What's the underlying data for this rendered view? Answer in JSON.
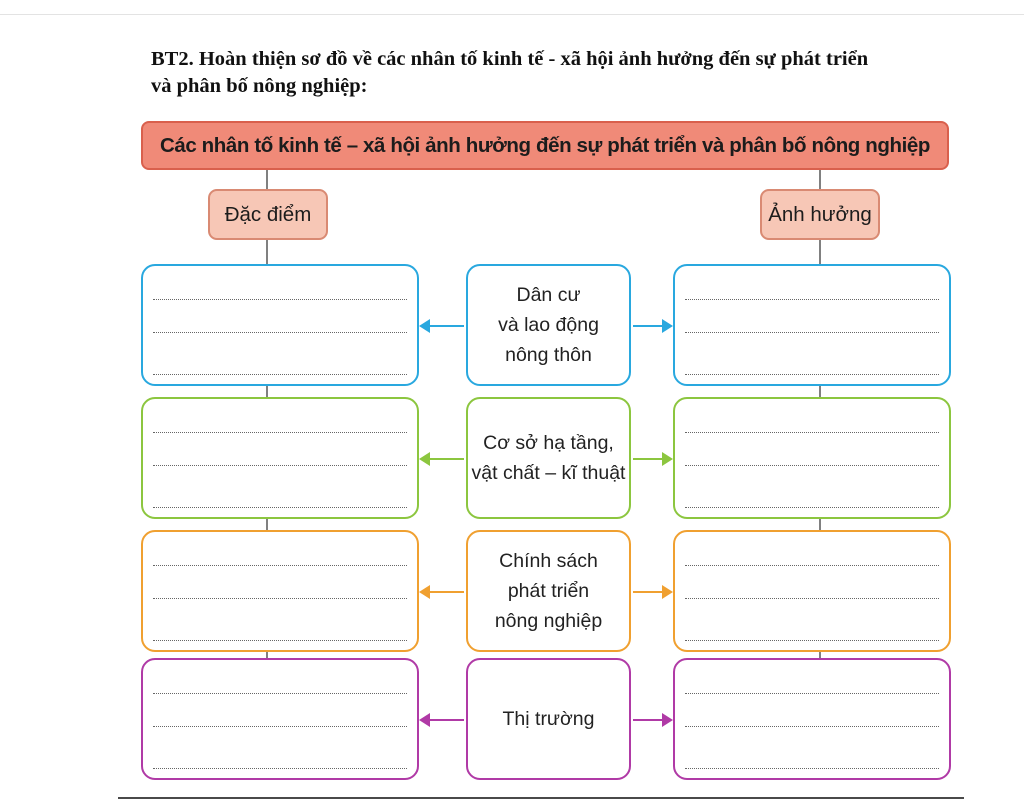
{
  "heading": {
    "line1": "BT2. Hoàn thiện sơ đồ về các nhân tố kinh tế - xã hội ảnh hưởng đến sự phát triển",
    "line2": "và phân bố nông nghiệp:"
  },
  "diagram": {
    "banner": "Các nhân tố kinh tế – xã hội ảnh hưởng đến sự phát triển và phân bố nông nghiệp",
    "left_label": "Đặc điểm",
    "right_label": "Ảnh hưởng",
    "rows": [
      {
        "lines": [
          "Dân cư",
          "và lao động",
          "nông thôn"
        ],
        "color": "#29a8df"
      },
      {
        "lines": [
          "Cơ sở hạ tầng,",
          "vật chất – kĩ thuật"
        ],
        "color": "#8cc63f"
      },
      {
        "lines": [
          "Chính sách",
          "phát triển",
          "nông nghiệp"
        ],
        "color": "#f0a030"
      },
      {
        "lines": [
          "Thị trường"
        ],
        "color": "#b03aa6"
      }
    ]
  }
}
